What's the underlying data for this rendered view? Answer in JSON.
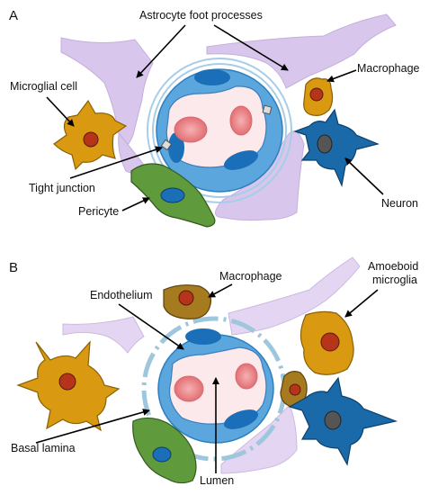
{
  "panel_a": {
    "letter": "A",
    "labels": {
      "astro": "Astrocyte foot processes",
      "macrophage": "Macrophage",
      "microglial": "Microglial cell",
      "tight": "Tight junction",
      "pericyte": "Pericyte",
      "neuron": "Neuron"
    }
  },
  "panel_b": {
    "letter": "B",
    "labels": {
      "macrophage": "Macrophage",
      "amoeboid_1": "Amoeboid",
      "amoeboid_2": "microglia",
      "endothelium": "Endothelium",
      "basal": "Basal lamina",
      "lumen": "Lumen"
    }
  },
  "colors": {
    "astrocyte": "#d9c6ec",
    "endothelium": "#5aa6dd",
    "endothelium_dark": "#2d7fc0",
    "nucleus_blue": "#1b6fb8",
    "lumen": "#fbe9ec",
    "rbc": "#e8787c",
    "microglia": "#d99a12",
    "nucleus_red": "#b5341a",
    "pericyte": "#5f9a3c",
    "neuron": "#1a6aaa",
    "macrophage_b": "#a67a1e",
    "basal_lamina": "#9ec6dc"
  }
}
